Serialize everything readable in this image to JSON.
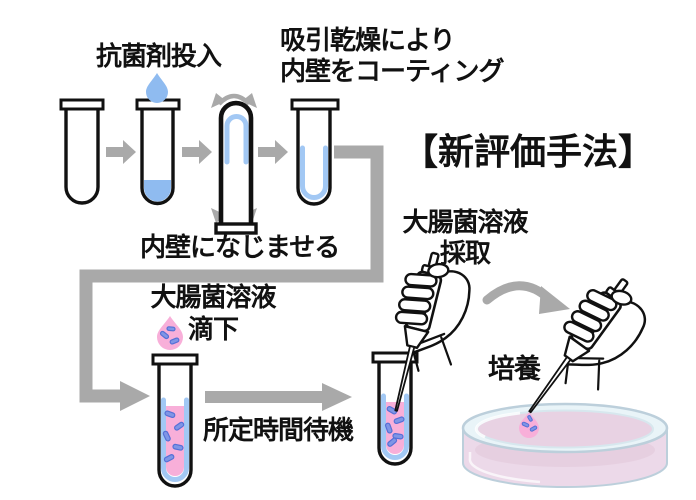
{
  "labels": {
    "antibacterial_input": "抗菌剤投入",
    "suction_dry_line1": "吸引乾燥により",
    "suction_dry_line2": "内壁をコーティング",
    "title": "【新評価手法】",
    "acclimate_wall": "内壁になじませる",
    "ecoli_drop_line1": "大腸菌溶液",
    "ecoli_drop_line2": "滴下",
    "wait_time": "所定時間待機",
    "ecoli_sample_line1": "大腸菌溶液",
    "ecoli_sample_line2": "採取",
    "culture": "培養"
  },
  "colors": {
    "outline": "#111111",
    "liquid_blue": "#8fbbf0",
    "coating_blue": "#a2c8f4",
    "arrow_gray": "#a9a9a9",
    "pink": "#f8afd9",
    "bacteria_fill": "#7f95e6",
    "bacteria_stroke": "#5570d6",
    "dish_rim": "#e9f4f8",
    "dish_body": "#ecd9e9",
    "dish_inner": "#e8d2e3",
    "dish_stroke": "#bccfdb",
    "text": "#111111"
  }
}
